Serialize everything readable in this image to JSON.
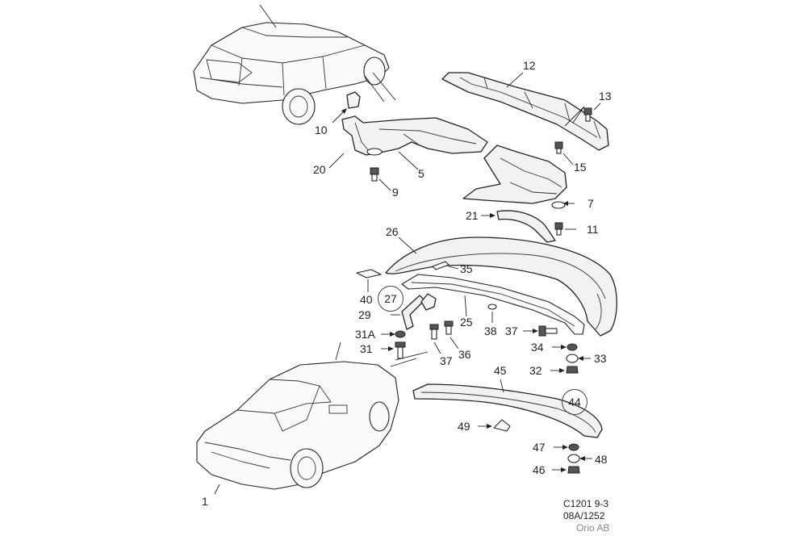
{
  "labels": {
    "l1": "1",
    "l5": "5",
    "l7": "7",
    "l9": "9",
    "l10": "10",
    "l11": "11",
    "l12": "12",
    "l13": "13",
    "l15": "15",
    "l20": "20",
    "l21": "21",
    "l25": "25",
    "l26": "26",
    "l27": "27",
    "l29": "29",
    "l31": "31",
    "l31a": "31A",
    "l32": "32",
    "l33": "33",
    "l34": "34",
    "l35": "35",
    "l36": "36",
    "l37a": "37",
    "l37b": "37",
    "l38": "38",
    "l40": "40",
    "l44": "44",
    "l45": "45",
    "l46": "46",
    "l47": "47",
    "l48": "48",
    "l49": "49"
  },
  "footer": {
    "code": "C1201 9-3",
    "date": "08A/1252",
    "credit": "Orio AB"
  }
}
